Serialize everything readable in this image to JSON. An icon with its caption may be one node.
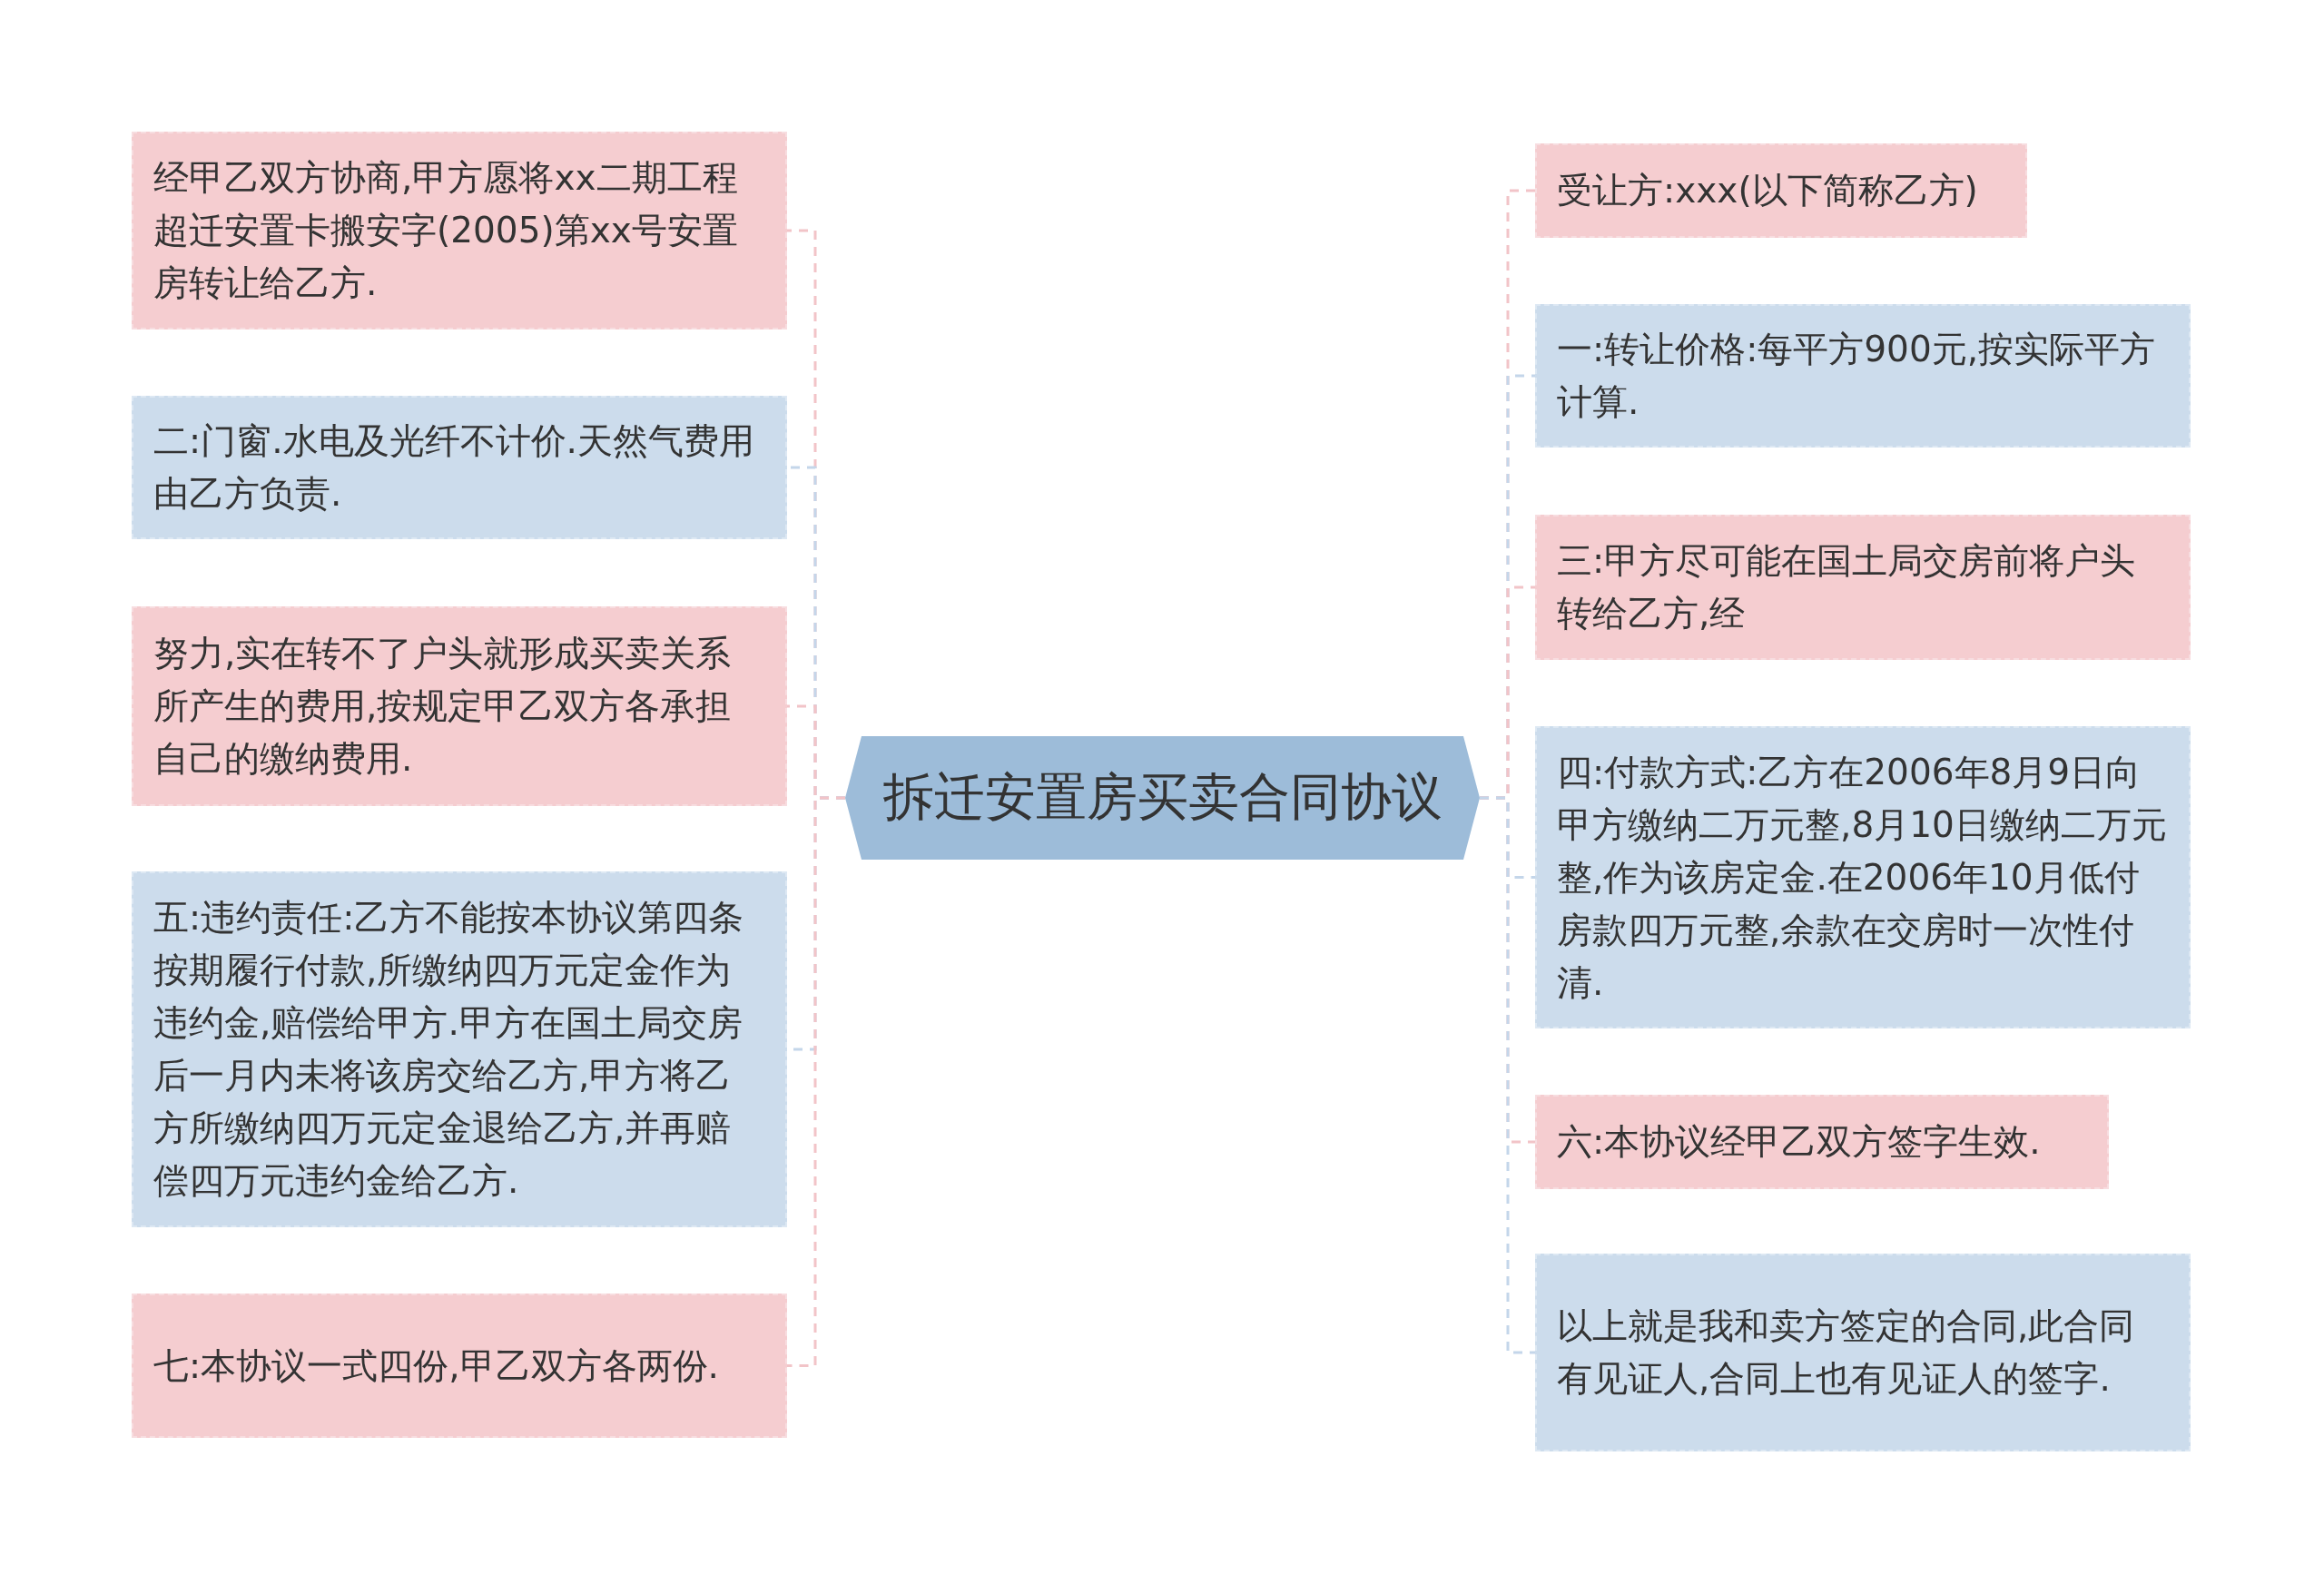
{
  "diagram": {
    "nodes": [
      {
        "text": [
          "拆迁安置房买卖合同协议"
        ]
      },
      {
        "text": [
          "受让方:xxx(以下简称乙方)"
        ]
      },
      {
        "text": [
          "经甲乙双方协商,甲方愿将xx二期工程超迁安置卡搬安字(2005)第xx号安置房转让给乙方."
        ]
      },
      {
        "text": [
          "一:转让价格:每平方900元,按实际平方计算."
        ]
      },
      {
        "text": [
          "二:门窗.水电及光纤不计价.天然气费用由乙方负责."
        ]
      },
      {
        "text": [
          "三:甲方尽可能在国土局交房前将户头转给乙方,经"
        ]
      },
      {
        "text": [
          "努力,实在转不了户头就形成买卖关系所产生的费用,按规定甲乙双方各承担自己的缴纳费用."
        ]
      },
      {
        "text": [
          "四:付款方式:乙方在2006年8月9日向甲方缴纳二万元整,8月10日缴纳二万元整,作为该房定金.在2006年10月低付房款四万元整,余款在交房时一次性付清."
        ]
      },
      {
        "text": [
          "五:违约责任:乙方不能按本协议第四条按期履行付款,所缴纳四万元定金作为违约金,赔偿给甲方.甲方在国土局交房后一月内未将该房交给乙方,甲方将乙方所缴纳四万元定金退给乙方,并再赔偿四万元违约金给乙方."
        ]
      },
      {
        "text": [
          "六:本协议经甲乙双方签字生效."
        ]
      },
      {
        "text": [
          "七:本协议一式四份,甲乙双方各两份."
        ]
      },
      {
        "text": [
          "以上就是我和卖方签定的合同,此合同有见证人,合同上也有见证人的签字."
        ]
      }
    ],
    "edges": [
      {
        "from": 0,
        "to": 1,
        "arrow": "none",
        "style": "dashed",
        "color": "#f2c4c8"
      },
      {
        "from": 0,
        "to": 2,
        "arrow": "none",
        "style": "dashed",
        "color": "#f2c4c8"
      },
      {
        "from": 0,
        "to": 3,
        "arrow": "none",
        "style": "dashed",
        "color": "#c4d6ea"
      },
      {
        "from": 0,
        "to": 4,
        "arrow": "none",
        "style": "dashed",
        "color": "#c4d6ea"
      },
      {
        "from": 0,
        "to": 5,
        "arrow": "none",
        "style": "dashed",
        "color": "#f2c4c8"
      },
      {
        "from": 0,
        "to": 6,
        "arrow": "none",
        "style": "dashed",
        "color": "#f2c4c8"
      },
      {
        "from": 0,
        "to": 7,
        "arrow": "none",
        "style": "dashed",
        "color": "#c4d6ea"
      },
      {
        "from": 0,
        "to": 8,
        "arrow": "none",
        "style": "dashed",
        "color": "#c4d6ea"
      },
      {
        "from": 0,
        "to": 9,
        "arrow": "none",
        "style": "dashed",
        "color": "#f2c4c8"
      },
      {
        "from": 0,
        "to": 10,
        "arrow": "none",
        "style": "dashed",
        "color": "#f2c4c8"
      },
      {
        "from": 0,
        "to": 11,
        "arrow": "none",
        "style": "dashed",
        "color": "#c4d6ea"
      }
    ]
  }
}
